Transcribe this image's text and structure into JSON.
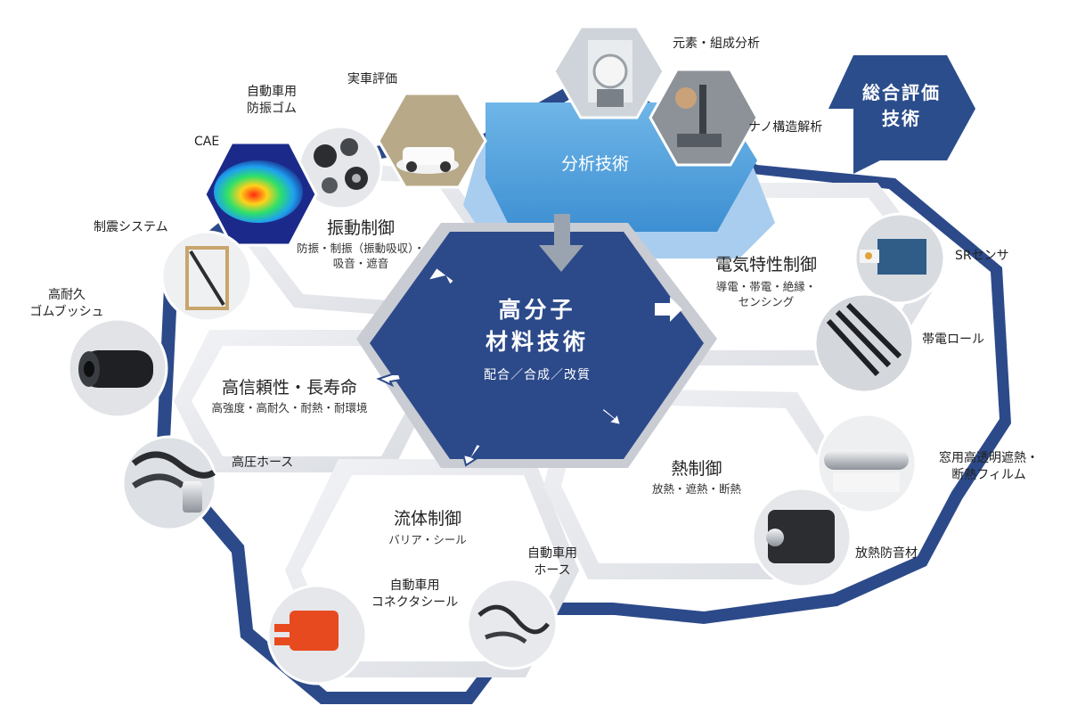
{
  "colors": {
    "navy": "#2c4a8a",
    "accent_blue": "#4f9fdb",
    "light_blue": "#a9cdee",
    "cell_gray": "#e3e5e9",
    "badge": "#2b4d8c"
  },
  "badge": {
    "line1": "総合評価",
    "line2": "技術"
  },
  "center": {
    "line1": "高分子",
    "line2": "材料技術",
    "sub": "配合／合成／改質"
  },
  "analysis": {
    "title": "分析技術"
  },
  "vibration": {
    "title": "振動制御",
    "sub1": "防振・制振（振動吸収）・",
    "sub2": "吸音・遮音"
  },
  "electric": {
    "title": "電気特性制御",
    "sub1": "導電・帯電・絶縁・",
    "sub2": "センシング"
  },
  "reliability": {
    "title": "高信頼性・長寿命",
    "sub": "高強度・高耐久・耐熱・耐環境"
  },
  "fluid": {
    "title": "流体制御",
    "sub": "バリア・シール"
  },
  "heat": {
    "title": "熱制御",
    "sub": "放熱・遮熱・断熱"
  },
  "photos": [
    {
      "id": "elemental-analysis",
      "icon": "analysis-instrument-icon",
      "line1": "元素・組成分析",
      "line2": ""
    },
    {
      "id": "nano-analysis",
      "icon": "microscope-icon",
      "line1": "ナノ構造解析",
      "line2": ""
    },
    {
      "id": "vehicle-eval",
      "icon": "test-car-icon",
      "line1": "実車評価",
      "line2": ""
    },
    {
      "id": "auto-rubber",
      "icon": "rubber-mount-icon",
      "line1": "自動車用",
      "line2": "防振ゴム"
    },
    {
      "id": "cae",
      "icon": "cae-heatmap-icon",
      "line1": "CAE",
      "line2": ""
    },
    {
      "id": "damping-system",
      "icon": "damper-frame-icon",
      "line1": "制震システム",
      "line2": ""
    },
    {
      "id": "bushing",
      "icon": "bushing-icon",
      "line1": "高耐久",
      "line2": "ゴムブッシュ"
    },
    {
      "id": "hose",
      "icon": "pressure-hose-icon",
      "line1": "高圧ホース",
      "line2": ""
    },
    {
      "id": "connector-seal",
      "icon": "connector-seal-icon",
      "line1": "自動車用",
      "line2": "コネクタシール"
    },
    {
      "id": "auto-hose",
      "icon": "auto-hose-icon",
      "line1": "自動車用",
      "line2": "ホース"
    },
    {
      "id": "sr-sensor",
      "icon": "sensor-sheet-icon",
      "line1": "SRセンサ",
      "line2": ""
    },
    {
      "id": "charge-roll",
      "icon": "roll-icon",
      "line1": "帯電ロール",
      "line2": ""
    },
    {
      "id": "window-film",
      "icon": "film-roll-icon",
      "line1": "窓用高透明遮熱・",
      "line2": "断熱フィルム"
    },
    {
      "id": "heat-material",
      "icon": "heat-block-icon",
      "line1": "放熱防音材",
      "line2": ""
    }
  ]
}
